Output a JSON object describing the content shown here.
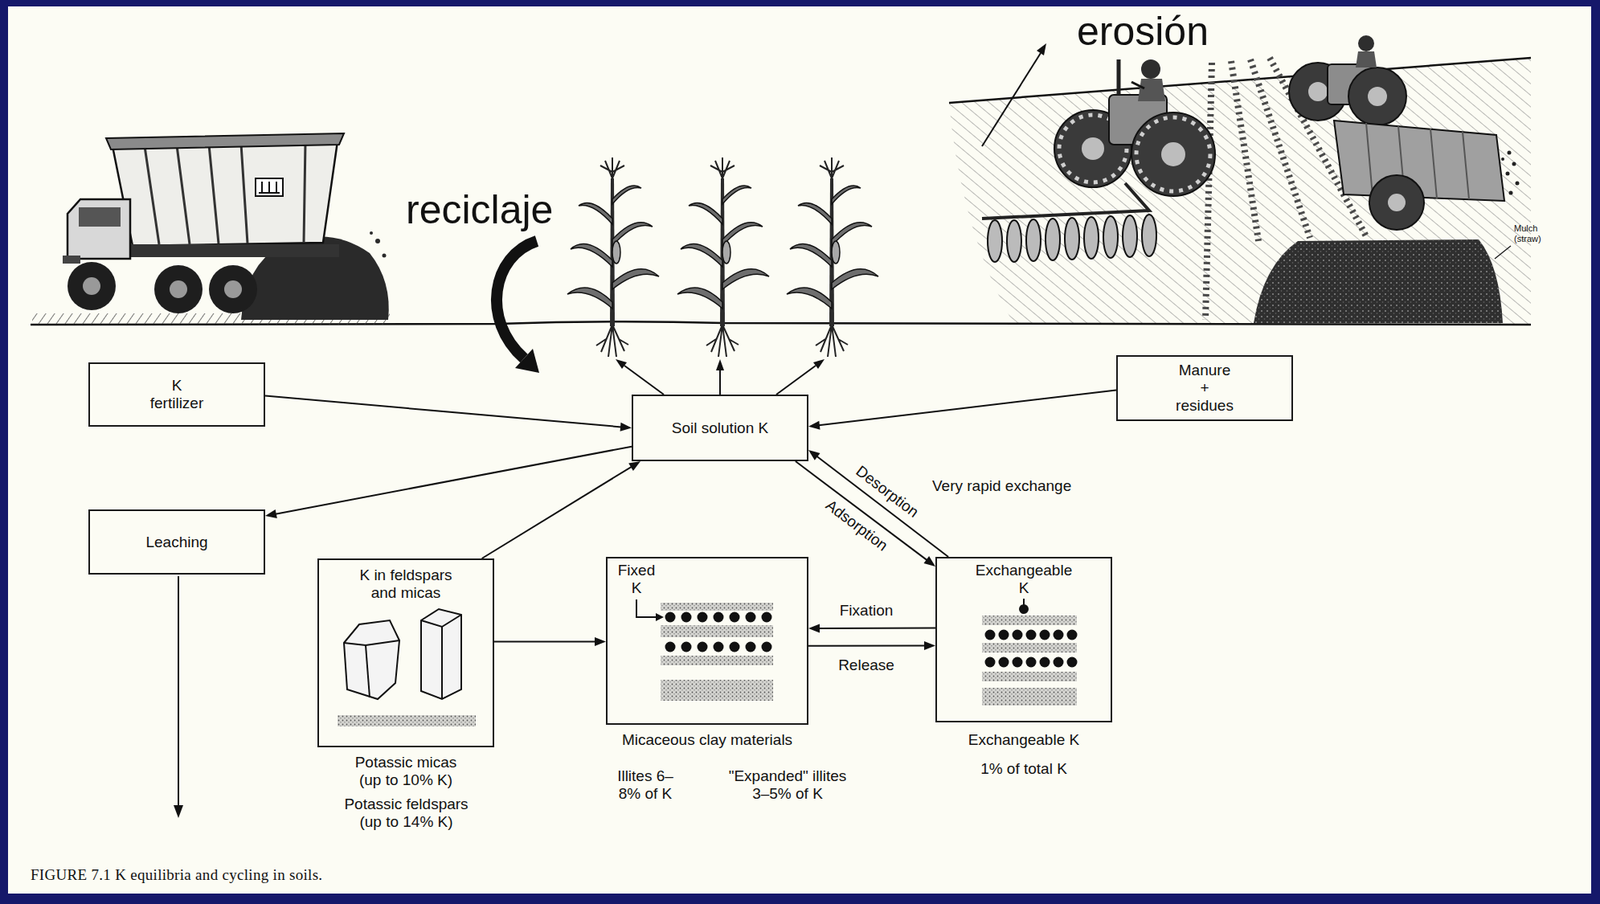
{
  "diagram": {
    "caption": "FIGURE 7.1 K equilibria and cycling in soils.",
    "nodes": [
      {
        "text": [
          "K fertilizer"
        ]
      },
      {
        "text": [
          "Soil solution K"
        ]
      },
      {
        "text": [
          "Manure + residues"
        ]
      },
      {
        "text": [
          "Leaching"
        ]
      },
      {
        "text": [
          "K in feldspars and micas"
        ]
      },
      {
        "text": [
          "Fixed K"
        ]
      },
      {
        "text": [
          "Exchangeable K"
        ]
      }
    ],
    "edges": [
      {
        "from": 0,
        "to": 1,
        "arrow": "to"
      },
      {
        "from": 2,
        "to": 1,
        "arrow": "to"
      },
      {
        "from": 1,
        "to": 3,
        "arrow": "to"
      },
      {
        "from": 4,
        "to": 1,
        "arrow": "to"
      },
      {
        "from": 4,
        "to": 5,
        "arrow": "to"
      },
      {
        "from": 6,
        "to": 1,
        "label": "Desorption",
        "arrow": "to"
      },
      {
        "from": 1,
        "to": 6,
        "label": "Adsorption",
        "arrow": "to"
      },
      {
        "from": 6,
        "to": 5,
        "label": "Fixation",
        "arrow": "to"
      },
      {
        "from": 5,
        "to": 6,
        "label": "Release",
        "arrow": "to"
      }
    ],
    "labels": [
      "erosión",
      "reciclaje",
      "Mulch (straw)",
      "Very rapid exchange",
      "Potassic micas (up to 10% K)",
      "Potassic feldspars (up to 14% K)",
      "Micaceous clay materials",
      "Illites 6–8% of K",
      "\"Expanded\" illites 3–5% of K",
      "Exchangeable K",
      "1% of total K"
    ]
  }
}
